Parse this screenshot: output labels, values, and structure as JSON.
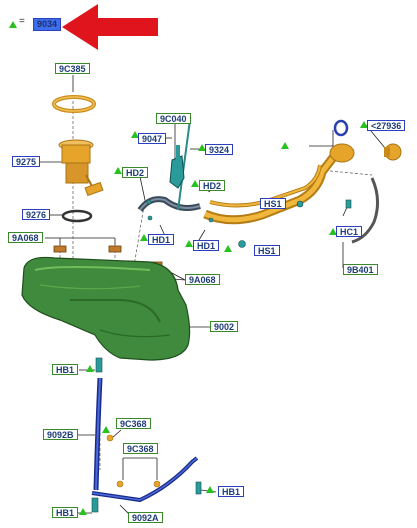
{
  "header": {
    "equals": "=",
    "part": "9034"
  },
  "colors": {
    "green_label": "#3a8a2a",
    "blue_label": "#2b3fbf",
    "tank": "#3f8a3c",
    "gold": "#e6a42a",
    "strap": "#2a3fb0",
    "arrow": "#e0141c"
  },
  "labels": {
    "l9c385": "9C385",
    "l9275": "9275",
    "l9276": "9276",
    "l9a068a": "9A068",
    "l9a068b": "9A068",
    "l9c040": "9C040",
    "l9047": "9047",
    "l9324": "9324",
    "lhd2a": "HD2",
    "lhd2b": "HD2",
    "lhd1a": "HD1",
    "lhd1b": "HD1",
    "l27936": "<27936",
    "lhs1a": "HS1",
    "lhs1b": "HS1",
    "lhc1": "HC1",
    "l9b401": "9B401",
    "l9002": "9002",
    "lhb1a": "HB1",
    "l9092b": "9092B",
    "l9c368a": "9C368",
    "l9c368b": "9C368",
    "lhb1b": "HB1",
    "lhb1c": "HB1",
    "l9092a": "9092A"
  }
}
